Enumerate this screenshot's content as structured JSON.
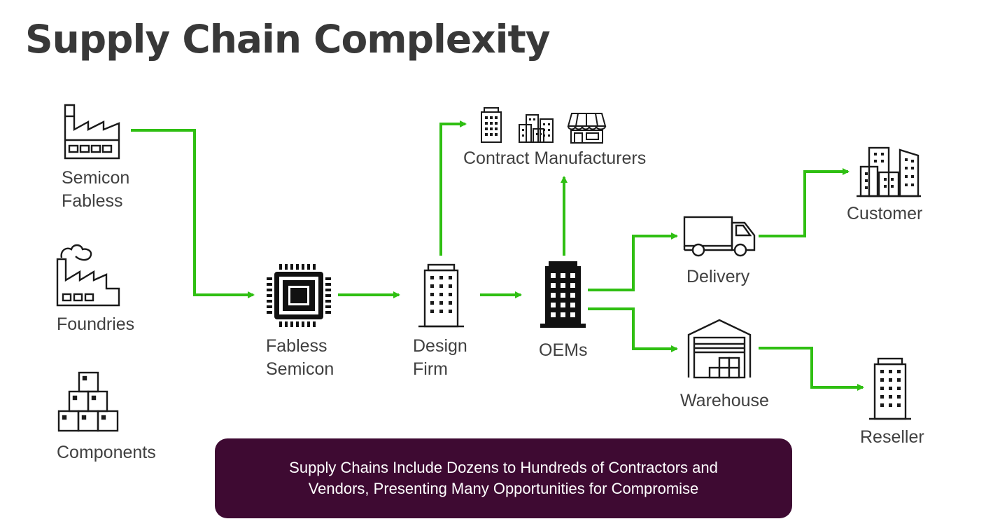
{
  "title": "Supply Chain Complexity",
  "nodes": {
    "semicon_fabless": [
      "Semicon",
      "Fabless"
    ],
    "foundries": [
      "Foundries"
    ],
    "components": [
      "Components"
    ],
    "fabless_semicon": [
      "Fabless",
      "Semicon"
    ],
    "design_firm": [
      "Design",
      "Firm"
    ],
    "oems": [
      "OEMs"
    ],
    "contract_manufacturers": [
      "Contract Manufacturers"
    ],
    "delivery": [
      "Delivery"
    ],
    "warehouse": [
      "Warehouse"
    ],
    "customer": [
      "Customer"
    ],
    "reseller": [
      "Reseller"
    ]
  },
  "callout": [
    "Supply Chains Include Dozens to Hundreds of Contractors and",
    "Vendors, Presenting Many Opportunities for Compromise"
  ],
  "colors": {
    "arrow": "#2fbf12",
    "callout_bg": "#3e0a32",
    "title": "#383838",
    "icon": "#1a1a1a"
  },
  "icons": [
    "factory-icon",
    "smoke-factory-icon",
    "box-stack-icon",
    "microchip-icon",
    "office-building-icon",
    "oem-building-icon",
    "tower-icon",
    "city-blocks-icon",
    "storefront-icon",
    "delivery-truck-icon",
    "warehouse-icon",
    "customer-buildings-icon",
    "reseller-building-icon"
  ]
}
